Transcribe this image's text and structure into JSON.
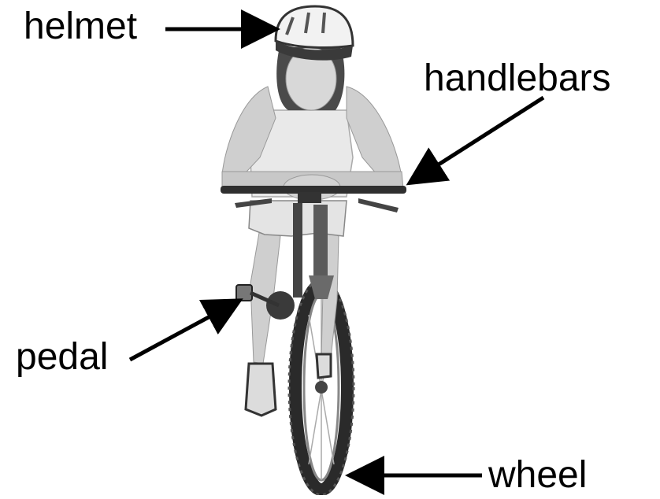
{
  "labels": {
    "helmet": "helmet",
    "handlebars": "handlebars",
    "pedal": "pedal",
    "wheel": "wheel"
  },
  "colors": {
    "ink": "#000000",
    "background": "#ffffff",
    "skin": "#cfcfcf",
    "shirt": "#e9e9e9",
    "hair": "#4a4a4a",
    "tire": "#2a2a2a",
    "frame": "#5a5a5a"
  }
}
